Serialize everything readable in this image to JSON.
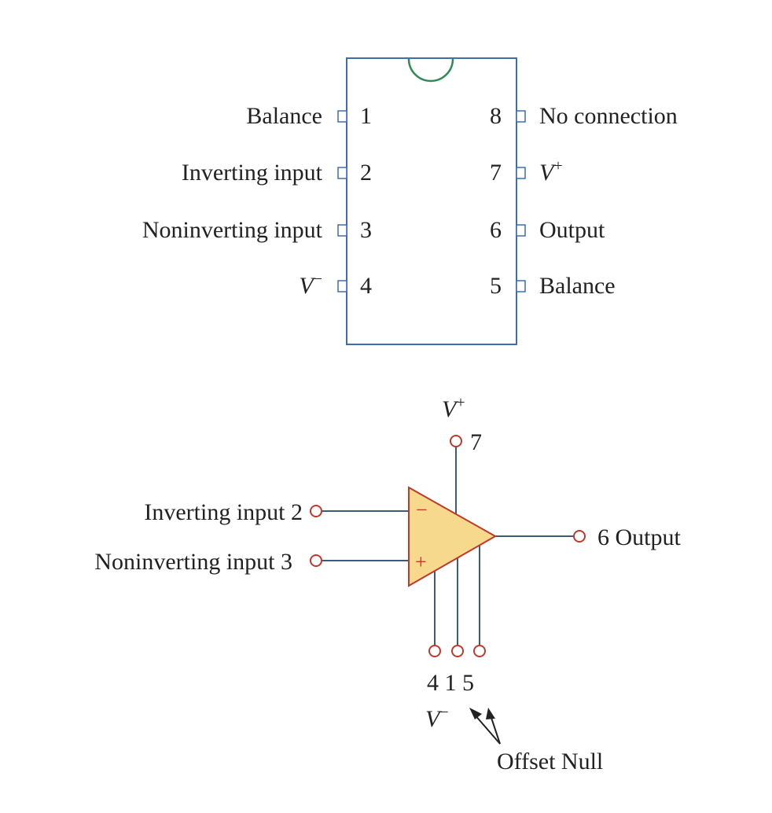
{
  "pinout": {
    "left_pins": [
      {
        "num": "1",
        "label": "Balance"
      },
      {
        "num": "2",
        "label": "Inverting input"
      },
      {
        "num": "3",
        "label": "Noninverting input"
      },
      {
        "num": "4",
        "label": "V",
        "sup": "−"
      }
    ],
    "right_pins": [
      {
        "num": "8",
        "label": "No connection"
      },
      {
        "num": "7",
        "label": "V",
        "sup": "+"
      },
      {
        "num": "6",
        "label": "Output"
      },
      {
        "num": "5",
        "label": "Balance"
      }
    ]
  },
  "symbol": {
    "vplus": {
      "label": "V",
      "sup": "+",
      "num": "7"
    },
    "inverting_label": "Inverting input",
    "inverting_num": "2",
    "noninverting_label": "Noninverting input",
    "noninverting_num": "3",
    "minus_sign": "−",
    "plus_sign": "+",
    "output_num": "6",
    "output_label": "Output",
    "bottom_nums": "4 1 5",
    "vminus": {
      "label": "V",
      "sup": "−"
    },
    "offset_label": "Offset Null"
  },
  "colors": {
    "chip_outline": "#3d6fa8",
    "notch": "#2e8b57",
    "wire": "#3d5a77",
    "terminal": "#c0392b",
    "opamp_fill": "#f6d98c",
    "opamp_stroke": "#c0392b"
  }
}
